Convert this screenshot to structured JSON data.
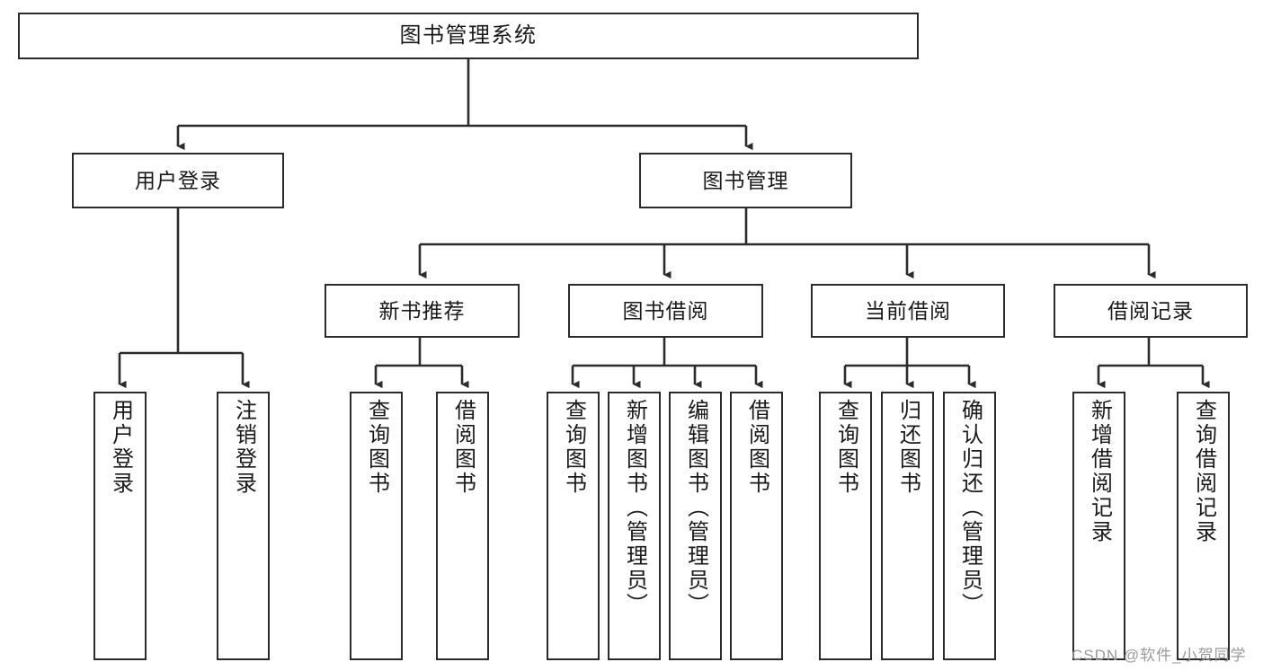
{
  "diagram": {
    "title": "图书管理系统",
    "type": "tree-hierarchy-chart",
    "colors": {
      "background": "#ffffff",
      "node_border": "#2b2b2b",
      "node_fill": "#ffffff",
      "edge": "#2b2b2b",
      "text": "#1a1a1a",
      "watermark": "#9a9a9a"
    },
    "watermark": "CSDN @软件_小贺同学",
    "nodes": {
      "root": {
        "label": "图书管理系统"
      },
      "level1": [
        {
          "label": "用户登录"
        },
        {
          "label": "图书管理"
        }
      ],
      "level2": [
        {
          "label": "新书推荐"
        },
        {
          "label": "图书借阅"
        },
        {
          "label": "当前借阅"
        },
        {
          "label": "借阅记录"
        }
      ],
      "leaves": [
        {
          "label": "用户登录",
          "parent": "用户登录"
        },
        {
          "label": "注销登录",
          "parent": "用户登录"
        },
        {
          "label": "查询图书",
          "parent": "新书推荐"
        },
        {
          "label": "借阅图书",
          "parent": "新书推荐"
        },
        {
          "label": "查询图书",
          "parent": "图书借阅"
        },
        {
          "label": "新增图书（管理员）",
          "parent": "图书借阅"
        },
        {
          "label": "编辑图书（管理员）",
          "parent": "图书借阅"
        },
        {
          "label": "借阅图书",
          "parent": "图书借阅"
        },
        {
          "label": "查询图书",
          "parent": "当前借阅"
        },
        {
          "label": "归还图书",
          "parent": "当前借阅"
        },
        {
          "label": "确认归还（管理员）",
          "parent": "当前借阅"
        },
        {
          "label": "新增借阅记录",
          "parent": "借阅记录"
        },
        {
          "label": "查询借阅记录",
          "parent": "借阅记录"
        }
      ]
    }
  }
}
